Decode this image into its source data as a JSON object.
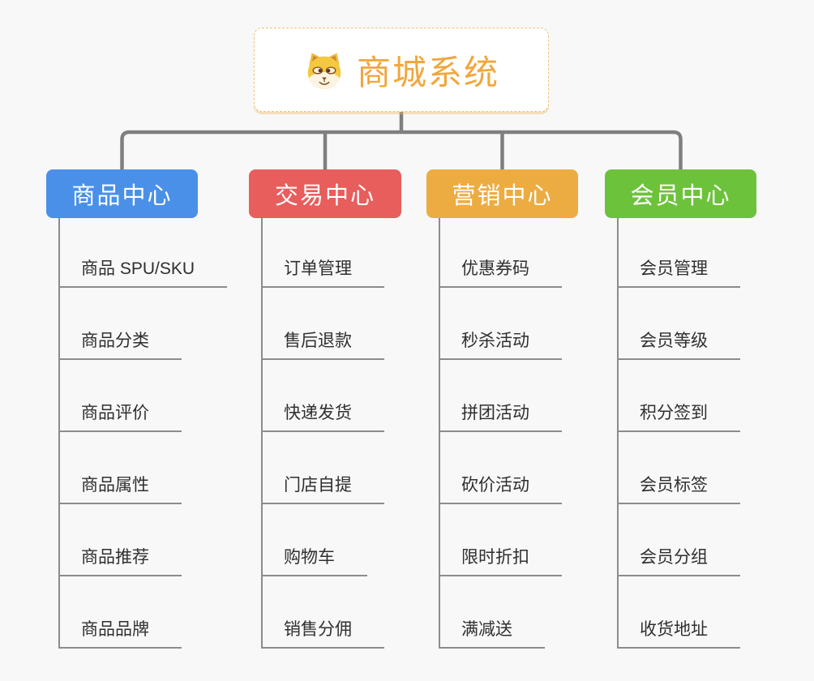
{
  "page": {
    "background": "#f8f8f8"
  },
  "root": {
    "title": "商城系统",
    "title_color": "#F0A73E",
    "border_color": "#EDC27C",
    "icon": "dog-face-icon"
  },
  "connectors": {
    "line_color": "#7f7f7f",
    "underline_color": "#8c8c8c"
  },
  "branches": [
    {
      "id": "product",
      "label": "商品中心",
      "color": "#4A90E8",
      "items": [
        "商品 SPU/SKU",
        "商品分类",
        "商品评价",
        "商品属性",
        "商品推荐",
        "商品品牌"
      ]
    },
    {
      "id": "trade",
      "label": "交易中心",
      "color": "#E75E5C",
      "items": [
        "订单管理",
        "售后退款",
        "快递发货",
        "门店自提",
        "购物车",
        "销售分佣"
      ]
    },
    {
      "id": "marketing",
      "label": "营销中心",
      "color": "#EDAC42",
      "items": [
        "优惠券码",
        "秒杀活动",
        "拼团活动",
        "砍价活动",
        "限时折扣",
        "满减送"
      ]
    },
    {
      "id": "member",
      "label": "会员中心",
      "color": "#6DC23C",
      "items": [
        "会员管理",
        "会员等级",
        "积分签到",
        "会员标签",
        "会员分组",
        "收货地址"
      ]
    }
  ]
}
